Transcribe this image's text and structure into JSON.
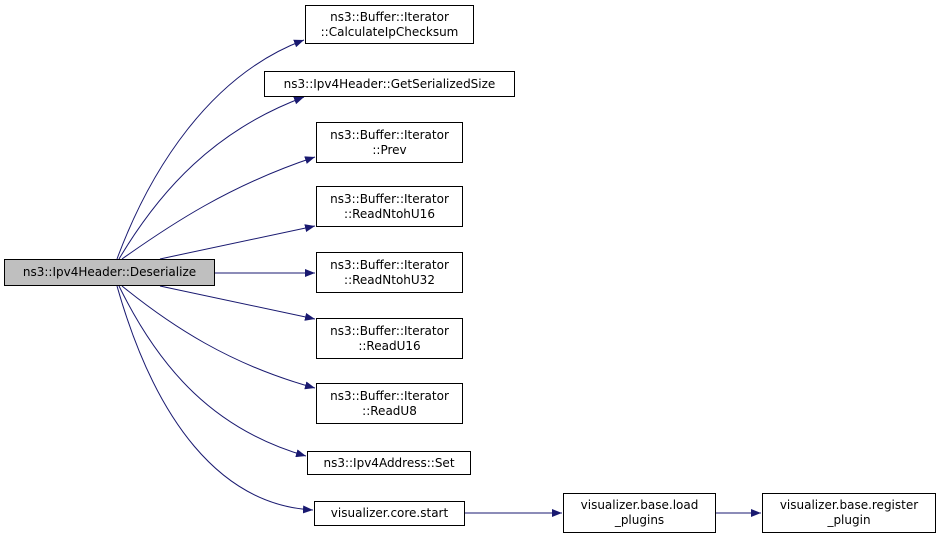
{
  "graph": {
    "edge_color": "#191970",
    "root": {
      "id": "deserialize",
      "lines": [
        "ns3::Ipv4Header::Deserialize"
      ],
      "fill": "#bfbfbf"
    },
    "nodes": [
      {
        "id": "calc_ip_checksum",
        "lines": [
          "ns3::Buffer::Iterator",
          "::CalculateIpChecksum"
        ]
      },
      {
        "id": "get_serialized_size",
        "lines": [
          "ns3::Ipv4Header::GetSerializedSize"
        ]
      },
      {
        "id": "prev",
        "lines": [
          "ns3::Buffer::Iterator",
          "::Prev"
        ]
      },
      {
        "id": "read_ntoh_u16",
        "lines": [
          "ns3::Buffer::Iterator",
          "::ReadNtohU16"
        ]
      },
      {
        "id": "read_ntoh_u32",
        "lines": [
          "ns3::Buffer::Iterator",
          "::ReadNtohU32"
        ]
      },
      {
        "id": "read_u16",
        "lines": [
          "ns3::Buffer::Iterator",
          "::ReadU16"
        ]
      },
      {
        "id": "read_u8",
        "lines": [
          "ns3::Buffer::Iterator",
          "::ReadU8"
        ]
      },
      {
        "id": "ipv4_address_set",
        "lines": [
          "ns3::Ipv4Address::Set"
        ]
      },
      {
        "id": "core_start",
        "lines": [
          "visualizer.core.start"
        ]
      },
      {
        "id": "load_plugins",
        "lines": [
          "visualizer.base.load",
          "_plugins"
        ]
      },
      {
        "id": "register_plugin",
        "lines": [
          "visualizer.base.register",
          "_plugin"
        ]
      }
    ],
    "edges": [
      [
        "deserialize",
        "calc_ip_checksum"
      ],
      [
        "deserialize",
        "get_serialized_size"
      ],
      [
        "deserialize",
        "prev"
      ],
      [
        "deserialize",
        "read_ntoh_u16"
      ],
      [
        "deserialize",
        "read_ntoh_u32"
      ],
      [
        "deserialize",
        "read_u16"
      ],
      [
        "deserialize",
        "read_u8"
      ],
      [
        "deserialize",
        "ipv4_address_set"
      ],
      [
        "deserialize",
        "core_start"
      ],
      [
        "core_start",
        "load_plugins"
      ],
      [
        "load_plugins",
        "register_plugin"
      ]
    ]
  }
}
